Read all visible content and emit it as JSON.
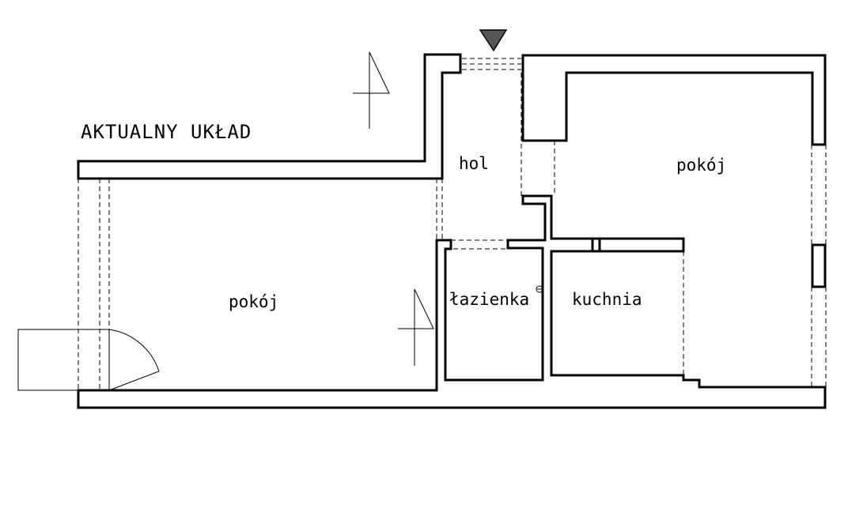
{
  "plan": {
    "title": "AKTUALNY UKŁAD",
    "rooms": {
      "living_left": "pokój",
      "hall": "hol",
      "living_right": "pokój",
      "bathroom": "łazienka",
      "kitchen": "kuchnia"
    },
    "symbols": {
      "entrance": "entrance-arrow-icon",
      "ventilation": "ventilation-icon"
    },
    "colors": {
      "line": "#000000",
      "arrow": "#555555",
      "background": "#ffffff"
    }
  }
}
